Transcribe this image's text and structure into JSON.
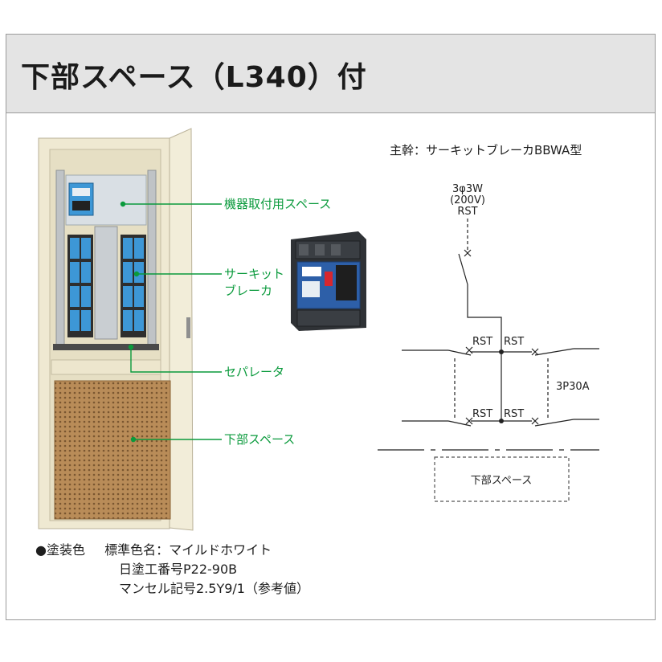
{
  "title": "下部スペース（L340）付",
  "cabinet_labels": {
    "equipment_space": "機器取付用スペース",
    "circuit_breaker_line1": "サーキット",
    "circuit_breaker_line2": "ブレーカ",
    "separator": "セパレータ",
    "lower_space": "下部スペース"
  },
  "diagram": {
    "main_trunk": "主幹：サーキットブレーカBBWA型",
    "supply_1": "3φ3W",
    "supply_2": "(200V)",
    "supply_3": "RST",
    "rst_left_top": "RST",
    "rst_right_top": "RST",
    "rst_left_bottom": "RST",
    "rst_right_bottom": "RST",
    "rating": "3P30A",
    "lower_space_box": "下部スペース"
  },
  "paint": {
    "bullet_label": "●塗装色",
    "line1": "標準色名：マイルドホワイト",
    "line2": "日塗工番号P22-90B",
    "line3": "マンセル記号2.5Y9/1（参考値）"
  },
  "colors": {
    "header_bg": "#e4e4e4",
    "label_green": "#0a9a3c",
    "cabinet_cream": "#efe9d2",
    "breaker_blue": "#3d97d6",
    "lower_board": "#b88a55"
  }
}
